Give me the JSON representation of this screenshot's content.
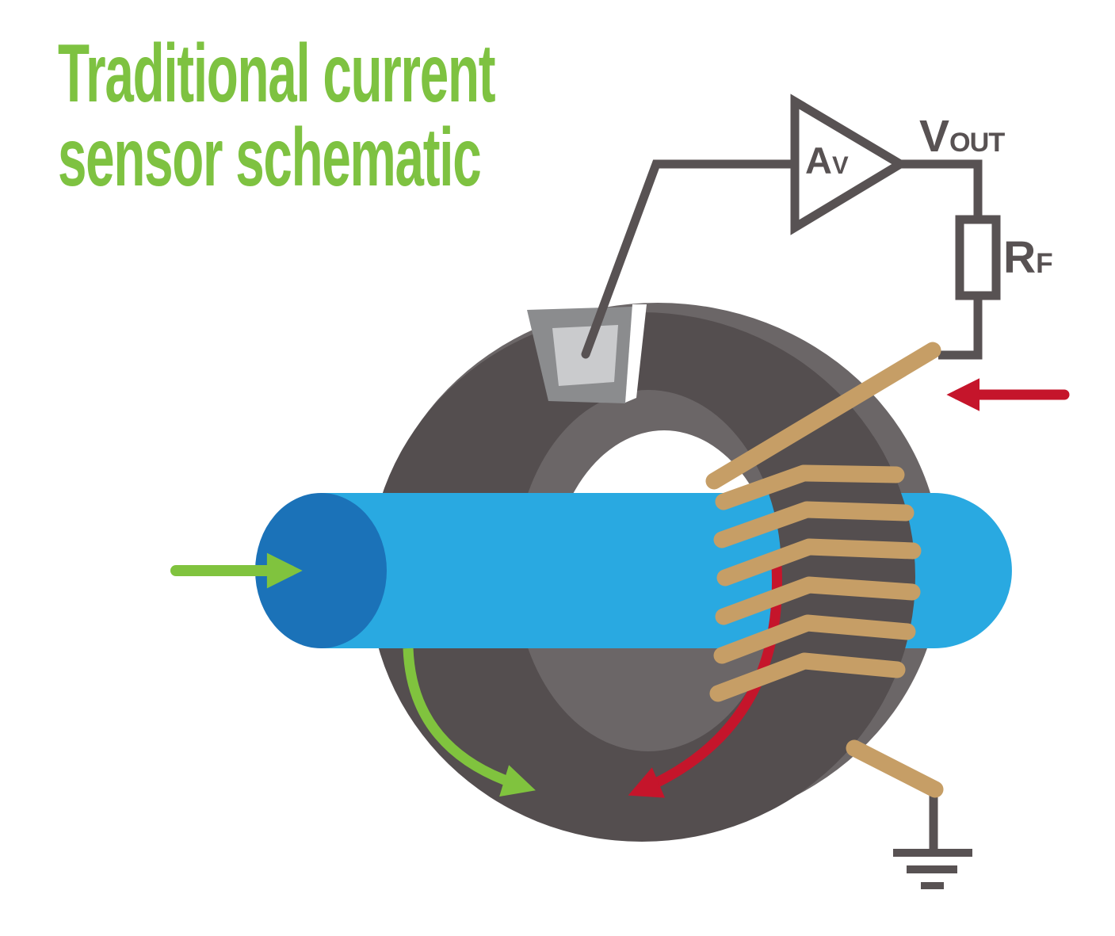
{
  "title": {
    "line1": "Traditional current",
    "line2": "sensor schematic"
  },
  "labels": {
    "amplifier_gain": {
      "main": "A",
      "sub": "V"
    },
    "output_voltage": {
      "main": "V",
      "sub": "OUT"
    },
    "feedback_resistor": {
      "main": "R",
      "sub": "F"
    }
  },
  "colors": {
    "title-green": "#7EC241",
    "arrow-green": "#80C33E",
    "arrow-red": "#C5152B",
    "conductor-blue": "#29A9E1",
    "conductor-cap-blue": "#1B72B8",
    "core-dark": "#544E4F",
    "core-light": "#6B6667",
    "hall-frame-gray": "#8B8C8E",
    "hall-chip-gray": "#CACBCD",
    "circuit-gray": "#585253",
    "winding-copper": "#C69E66",
    "background": "#FFFFFF"
  }
}
